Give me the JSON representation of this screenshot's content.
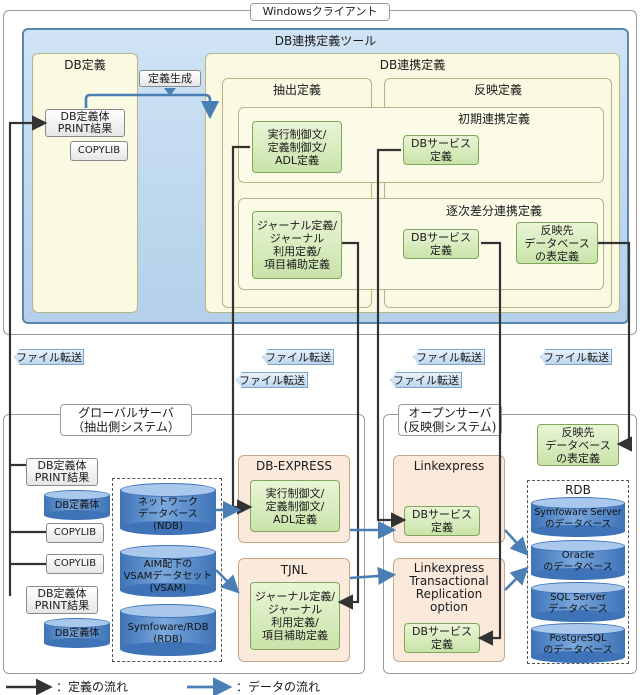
{
  "windows_client": "Windowsクライアント",
  "tool": {
    "title": "DB連携定義ツール",
    "db_def_title": "DB定義",
    "db_def_print": "DB定義体\nPRINT結果",
    "copylib": "COPYLIB",
    "gen_label": "定義生成",
    "link_title": "DB連携定義",
    "extract_title": "抽出定義",
    "reflect_title": "反映定義",
    "initial_title": "初期連携定義",
    "initial_control": "実行制御文/\n定義制御文/\nADL定義",
    "initial_dbservice": "DBサービス\n定義",
    "delta_title": "逐次差分連携定義",
    "delta_journal": "ジャーナル定義/\nジャーナル\n利用定義/\n項目補助定義",
    "delta_dbservice": "DBサービス\n定義",
    "delta_table": "反映先\nデータベース\nの表定義"
  },
  "transfers": {
    "t1": "ファイル転送",
    "t2": "ファイル転送",
    "t3": "ファイル転送",
    "t4": "ファイル転送",
    "t5": "ファイル転送",
    "t6": "ファイル転送"
  },
  "global_server": {
    "title": "グローバルサーバ\n（抽出側システム）",
    "print1": "DB定義体\nPRINT結果",
    "dbdef1": "DB定義体",
    "copylib1": "COPYLIB",
    "copylib2": "COPYLIB",
    "print2": "DB定義体\nPRINT結果",
    "dbdef2": "DB定義体",
    "ndb": "ネットワーク\nデータベース\n(NDB)",
    "vsam": "AIM配下の\nVSAMデータセット\n(VSAM)",
    "rdb": "Symfoware/RDB\n(RDB)",
    "dbexpress_title": "DB-EXPRESS",
    "dbexpress_content": "実行制御文/\n定義制御文/\nADL定義",
    "tjnl_title": "TJNL",
    "tjnl_content": "ジャーナル定義/\nジャーナル\n利用定義/\n項目補助定義"
  },
  "open_server": {
    "title": "オープンサーバ\n(反映側システム)",
    "table_def": "反映先\nデータベース\nの表定義",
    "linkexpress_title": "Linkexpress",
    "linkexpress_content": "DBサービス\n定義",
    "ltr_title": "Linkexpress\nTransactional\nReplication\noption",
    "ltr_content": "DBサービス\n定義",
    "rdb_title": "RDB",
    "db1": "Symfoware Server\nのデータベース",
    "db2": "Oracle\nのデータベース",
    "db3": "SQL Server\nデータベース",
    "db4": "PostgreSQL\nのデータベース"
  },
  "legend": {
    "def_flow": "：定義の流れ",
    "data_flow": "：データの流れ"
  }
}
